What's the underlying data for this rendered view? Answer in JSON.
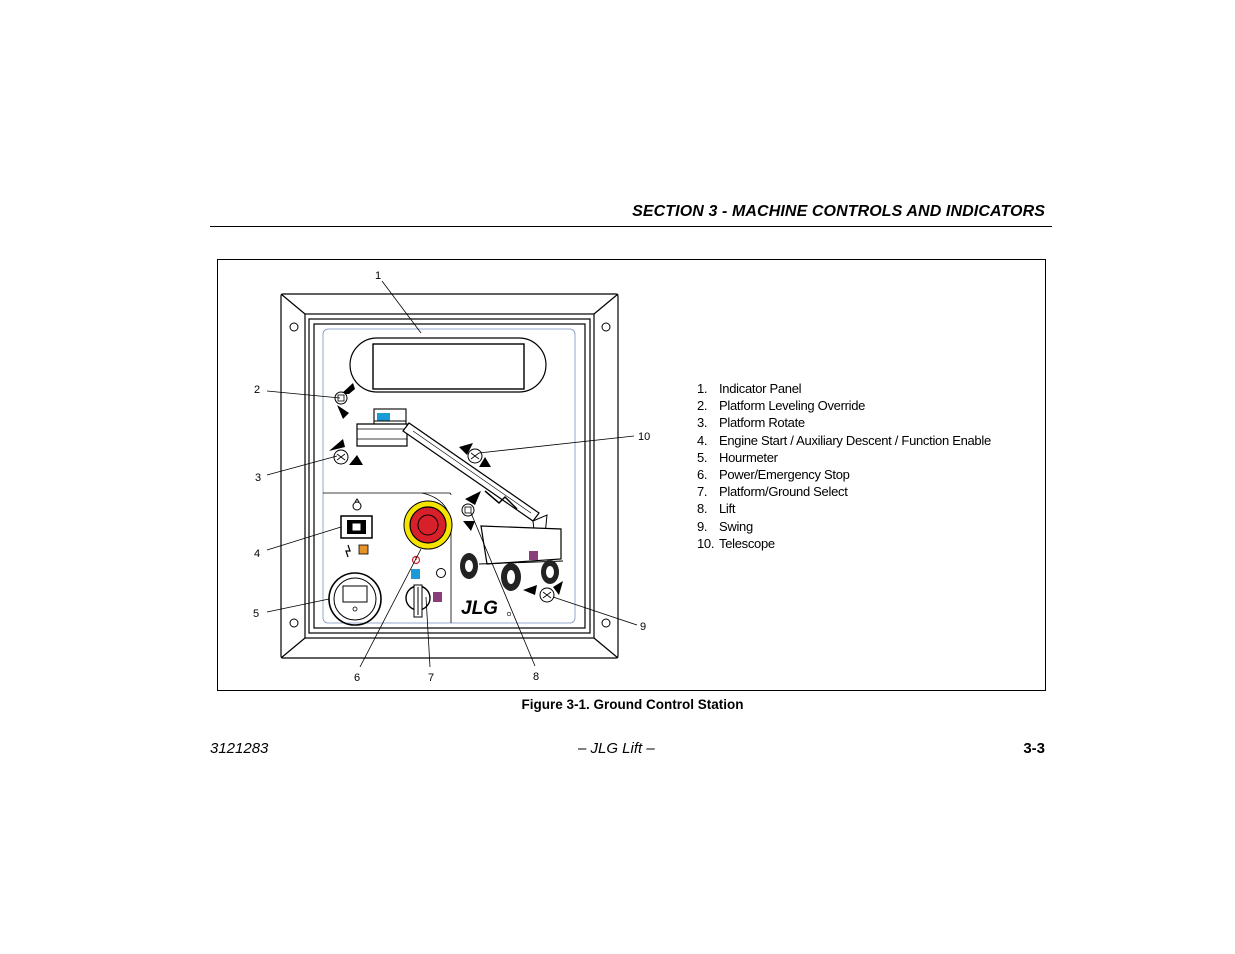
{
  "header": {
    "section_title": "SECTION 3 - MACHINE CONTROLS AND INDICATORS"
  },
  "figure": {
    "callouts": [
      "1",
      "2",
      "3",
      "4",
      "5",
      "6",
      "7",
      "8",
      "9",
      "10"
    ],
    "brand_logo": "JLG",
    "legend": [
      {
        "num": "1.",
        "label": "Indicator Panel"
      },
      {
        "num": "2.",
        "label": "Platform Leveling Override"
      },
      {
        "num": "3.",
        "label": "Platform Rotate"
      },
      {
        "num": "4.",
        "label": "Engine Start / Auxiliary Descent / Function Enable"
      },
      {
        "num": "5.",
        "label": "Hourmeter"
      },
      {
        "num": "6.",
        "label": "Power/Emergency Stop"
      },
      {
        "num": "7.",
        "label": "Platform/Ground Select"
      },
      {
        "num": "8.",
        "label": "Lift"
      },
      {
        "num": "9.",
        "label": "Swing"
      },
      {
        "num": "10.",
        "label": "Telescope"
      }
    ],
    "caption": "Figure 3-1. Ground Control Station",
    "colors": {
      "estop_red": "#d8202a",
      "estop_yellow": "#f5e400",
      "indicator_blue": "#1a9ad6",
      "indicator_purple": "#8a3f7a",
      "indicator_orange": "#e8922a"
    }
  },
  "footer": {
    "doc_number": "3121283",
    "center": "– JLG Lift –",
    "page": "3-3"
  }
}
